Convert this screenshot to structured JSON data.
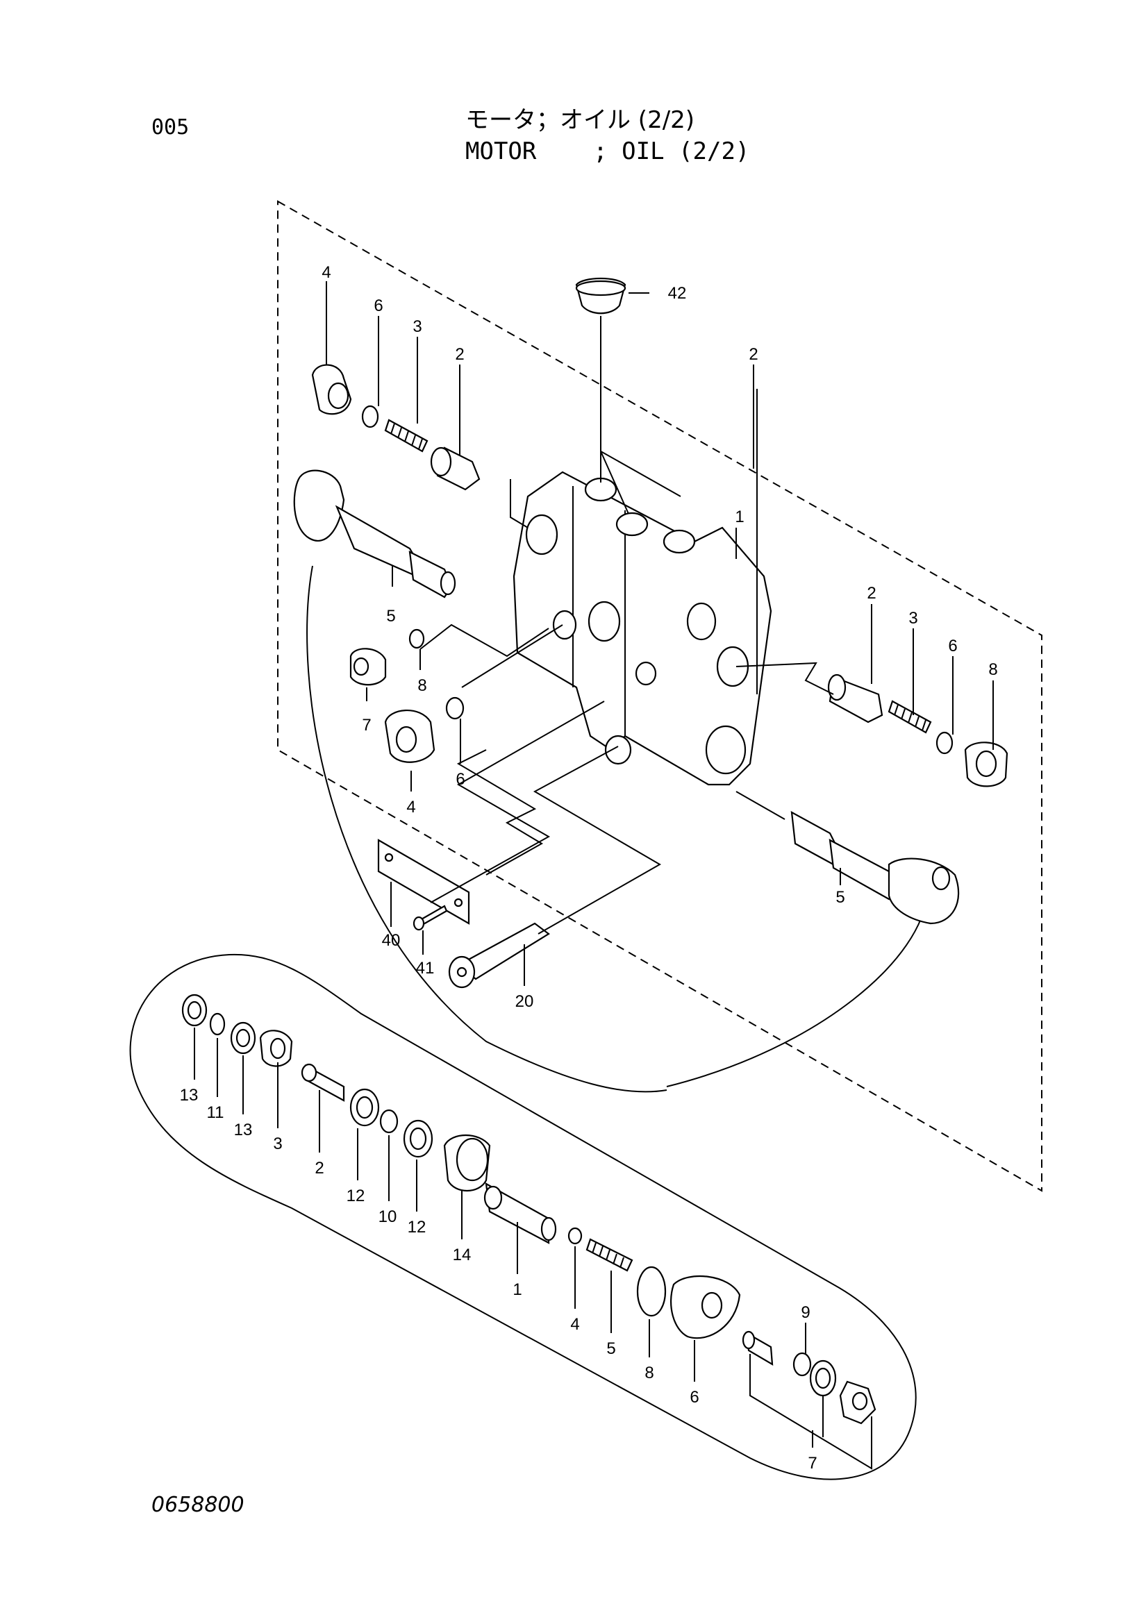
{
  "header": {
    "page_number": "005",
    "title_jp": "モータ；オイル (2/2)",
    "title_en": "MOTOR    ; OIL (2/2)"
  },
  "footer": {
    "drawing_number": "0658800"
  },
  "callouts": {
    "upper": [
      "4",
      "6",
      "3",
      "2",
      "42",
      "2",
      "1",
      "5",
      "8",
      "7",
      "6",
      "4",
      "2",
      "3",
      "6",
      "8",
      "5",
      "40",
      "41",
      "20"
    ],
    "lower": [
      "13",
      "11",
      "13",
      "3",
      "2",
      "12",
      "10",
      "12",
      "14",
      "1",
      "4",
      "5",
      "8",
      "6",
      "9",
      "7"
    ]
  }
}
